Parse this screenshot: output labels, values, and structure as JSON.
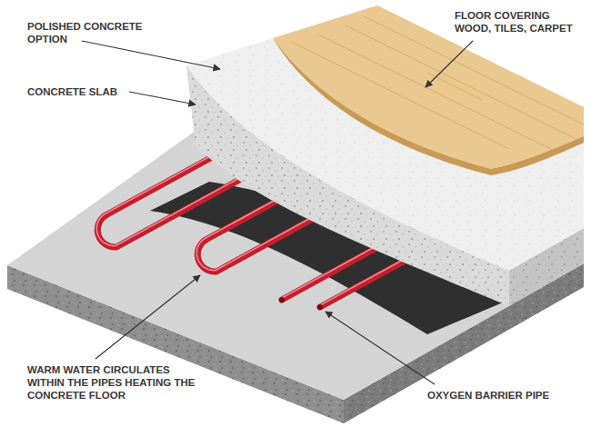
{
  "diagram": {
    "labels": [
      "POLISHED CONCRETE OPTION",
      "CONCRETE SLAB",
      "FLOOR COVERING",
      "WOOD, TILES, CARPET",
      "WARM WATER CIRCULATES WITHIN THE PIPES HEATING THE CONCRETE FLOOR",
      "OXYGEN BARRIER PIPE"
    ]
  }
}
